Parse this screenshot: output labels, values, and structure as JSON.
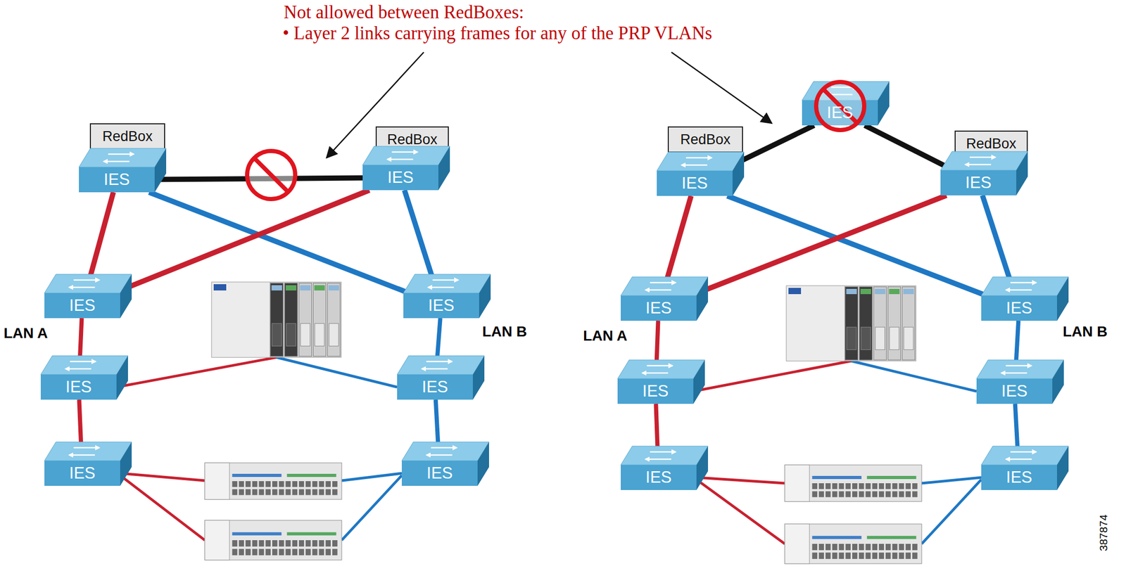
{
  "diagram": {
    "nodes": [
      {
        "text": [
          "RedBox"
        ]
      },
      {
        "text": [
          "IES"
        ]
      },
      {
        "text": [
          "RedBox"
        ]
      },
      {
        "text": [
          "IES"
        ]
      },
      {
        "text": [
          "IES"
        ]
      },
      {
        "text": [
          "IES"
        ]
      },
      {
        "text": [
          "IES"
        ]
      },
      {
        "text": [
          "IES"
        ]
      },
      {
        "text": [
          "IES"
        ]
      },
      {
        "text": [
          "IES"
        ]
      },
      {
        "text": [
          "IES"
        ]
      },
      {
        "text": [
          "RedBox"
        ]
      },
      {
        "text": [
          "IES"
        ]
      },
      {
        "text": [
          "RedBox"
        ]
      },
      {
        "text": [
          "IES"
        ]
      },
      {
        "text": [
          "IES"
        ]
      },
      {
        "text": [
          "IES"
        ]
      },
      {
        "text": [
          "IES"
        ]
      },
      {
        "text": [
          "IES"
        ]
      },
      {
        "text": [
          "IES"
        ]
      },
      {
        "text": [
          "IES"
        ]
      }
    ],
    "edges": [
      {
        "from": 1,
        "to": 3,
        "arrow": "none"
      },
      {
        "from": 1,
        "to": 4,
        "arrow": "none"
      },
      {
        "from": 1,
        "to": 5,
        "arrow": "none"
      },
      {
        "from": 3,
        "to": 4,
        "arrow": "none"
      },
      {
        "from": 3,
        "to": 5,
        "arrow": "none"
      },
      {
        "from": 4,
        "to": 6,
        "arrow": "none"
      },
      {
        "from": 6,
        "to": 8,
        "arrow": "none"
      },
      {
        "from": 5,
        "to": 7,
        "arrow": "none"
      },
      {
        "from": 7,
        "to": 9,
        "arrow": "none"
      },
      {
        "from": 12,
        "to": 10,
        "arrow": "none"
      },
      {
        "from": 10,
        "to": 14,
        "arrow": "none"
      },
      {
        "from": 12,
        "to": 15,
        "arrow": "none"
      },
      {
        "from": 12,
        "to": 16,
        "arrow": "none"
      },
      {
        "from": 14,
        "to": 15,
        "arrow": "none"
      },
      {
        "from": 14,
        "to": 16,
        "arrow": "none"
      },
      {
        "from": 15,
        "to": 17,
        "arrow": "none"
      },
      {
        "from": 17,
        "to": 19,
        "arrow": "none"
      },
      {
        "from": 16,
        "to": 18,
        "arrow": "none"
      },
      {
        "from": 18,
        "to": 20,
        "arrow": "none"
      }
    ],
    "labels": [
      "Not allowed between RedBoxes:",
      "• Layer 2 links carrying frames for any of the PRP VLANs",
      "LAN A",
      "LAN B",
      "LAN A",
      "LAN B",
      "387874"
    ]
  }
}
